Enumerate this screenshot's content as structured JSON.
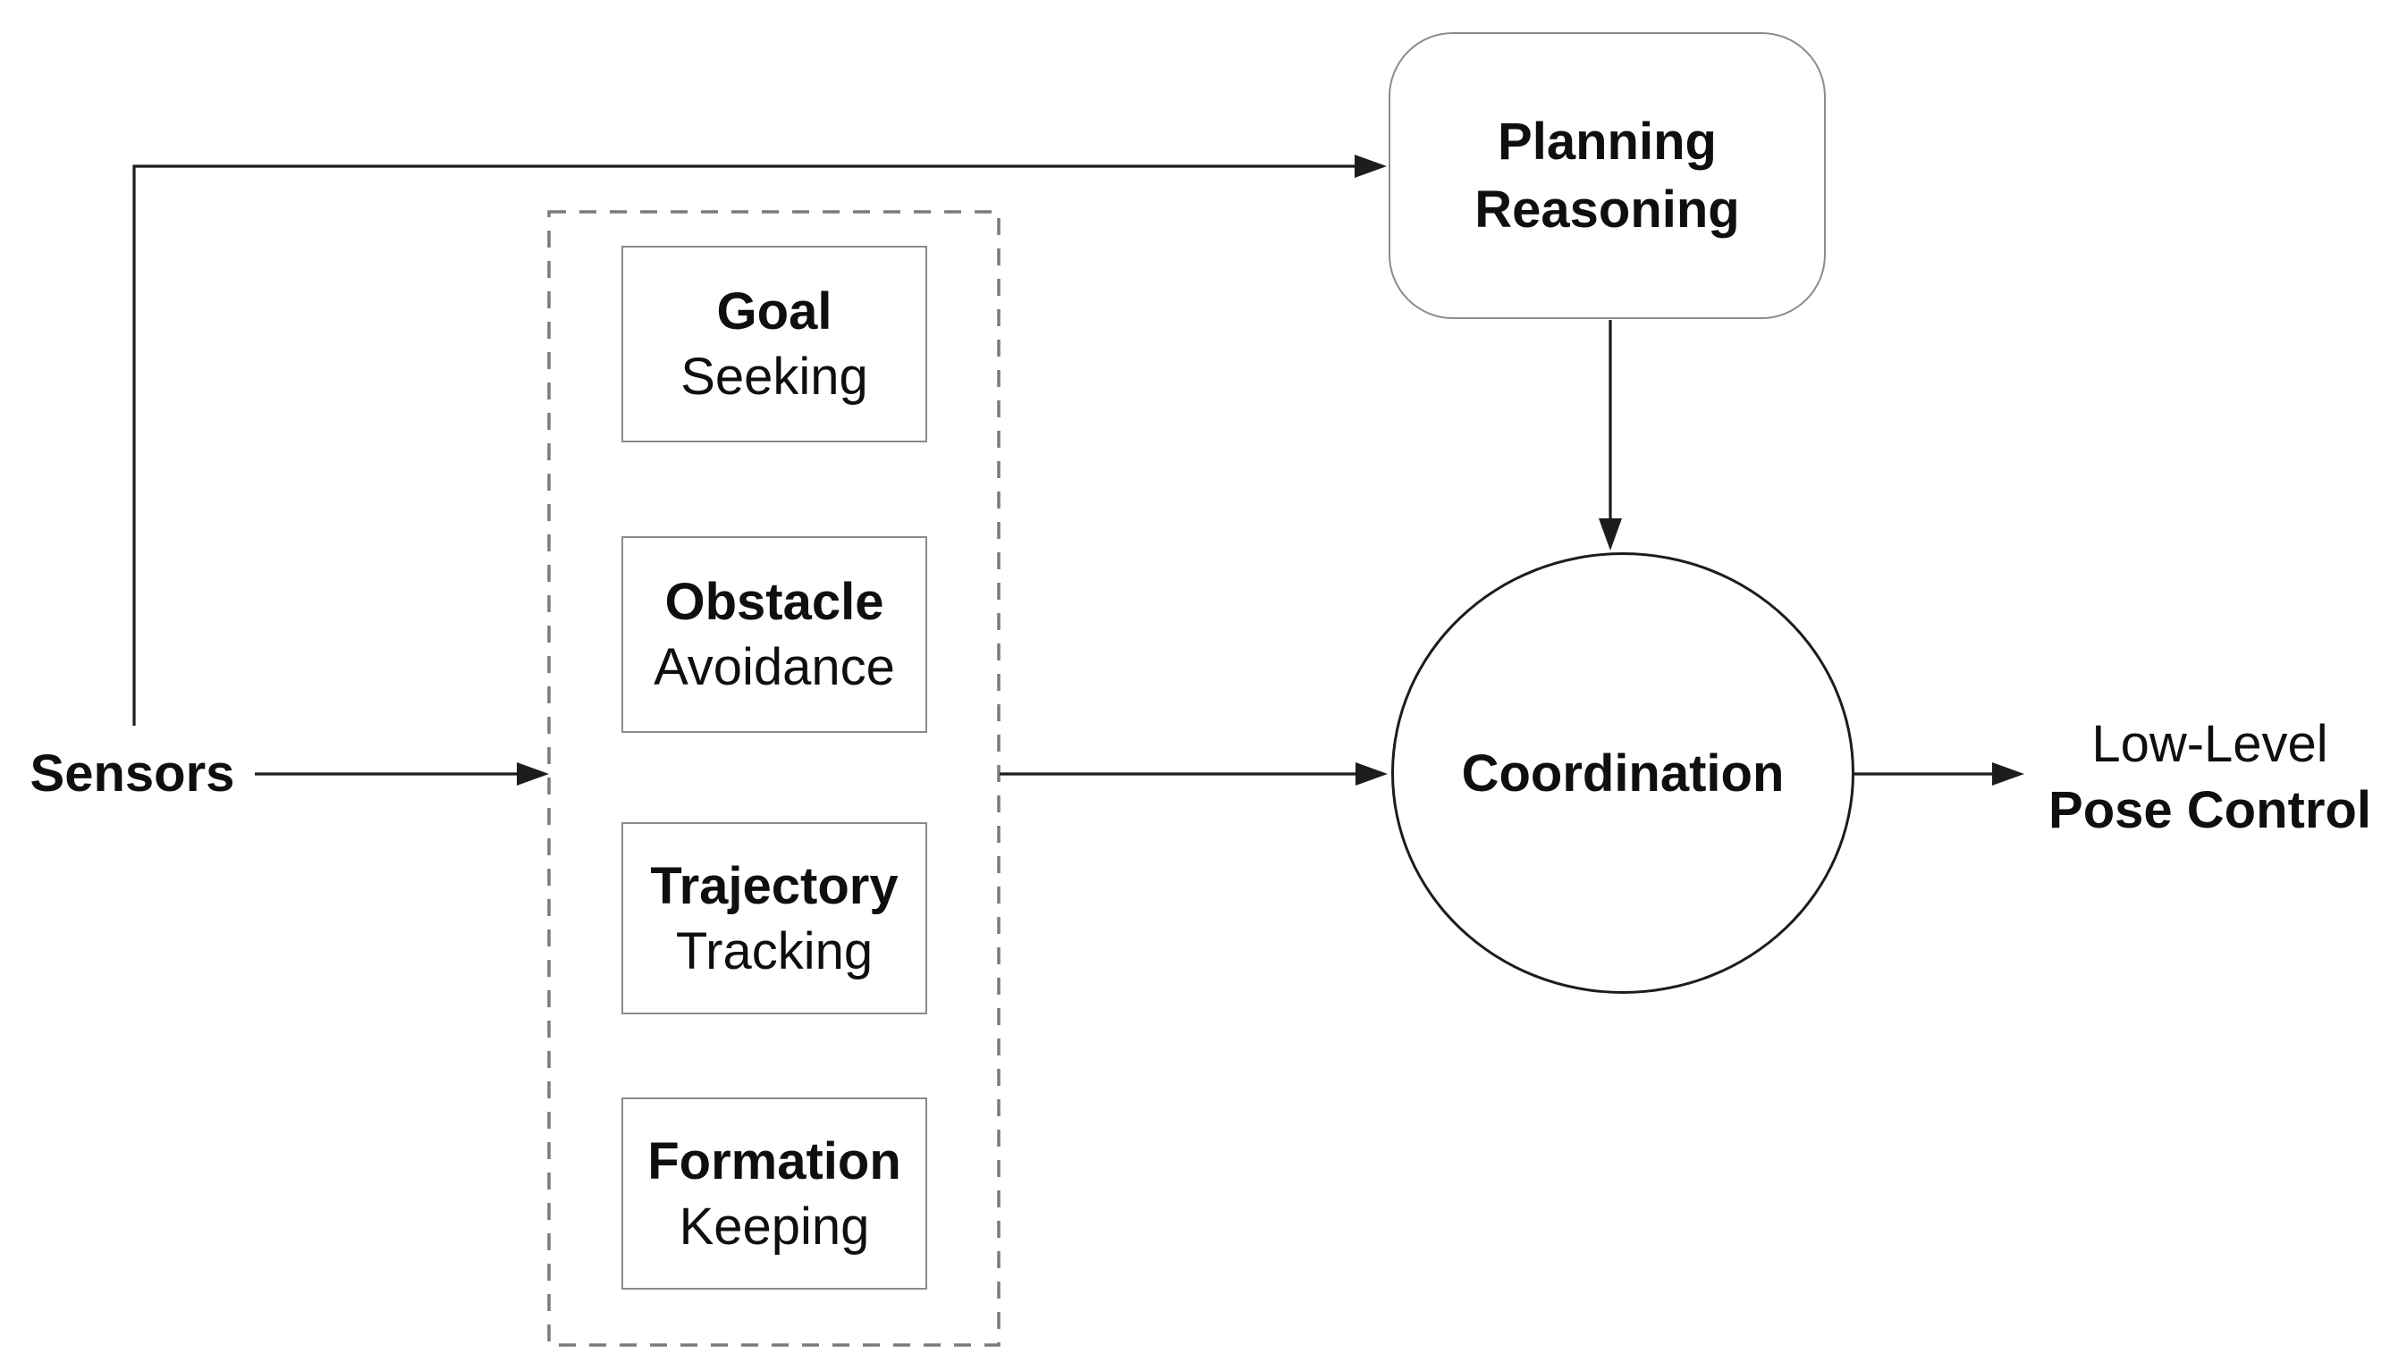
{
  "title": "Behavior-based control architecture diagram",
  "colors": {
    "text": "#0f0f0f",
    "line": "#1c1c1c",
    "box_border": "#8a8a8a",
    "rounded_border": "#8c8c8c",
    "dashed_border": "#7a7a7a",
    "bg": "#ffffff"
  },
  "sensors": {
    "label": "Sensors"
  },
  "planning": {
    "line1": "Planning",
    "line2": "Reasoning"
  },
  "coordination": {
    "label": "Coordination"
  },
  "output": {
    "line1": "Low-Level",
    "line2": "Pose Control"
  },
  "behaviors": {
    "items": [
      {
        "line1": "Goal",
        "line2": "Seeking"
      },
      {
        "line1": "Obstacle",
        "line2": "Avoidance"
      },
      {
        "line1": "Trajectory",
        "line2": "Tracking"
      },
      {
        "line1": "Formation",
        "line2": "Keeping"
      }
    ]
  },
  "edges": [
    {
      "from": "Sensors",
      "to": "Planning Reasoning"
    },
    {
      "from": "Sensors",
      "to": "Behavior boxes"
    },
    {
      "from": "Behavior boxes",
      "to": "Coordination"
    },
    {
      "from": "Planning Reasoning",
      "to": "Coordination"
    },
    {
      "from": "Coordination",
      "to": "Low-Level Pose Control"
    }
  ]
}
